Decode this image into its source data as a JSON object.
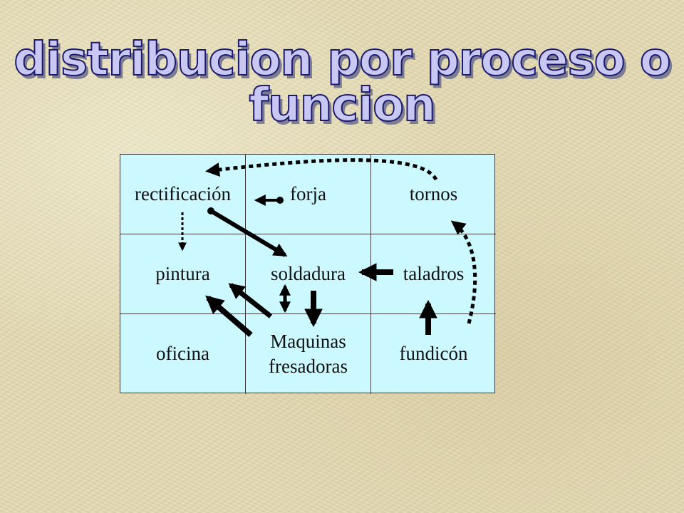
{
  "title": "distribucion por proceso o funcion",
  "cells": [
    [
      "rectificación",
      "forja",
      "tornos"
    ],
    [
      "pintura",
      "soldadura",
      "taladros"
    ],
    [
      "oficina",
      [
        "Maquinas",
        "fresadoras"
      ],
      "fundicón"
    ]
  ],
  "colors": {
    "background": "#e6dcb4",
    "cell_fill": "#ccf8ff",
    "title_fill": "#c9c8f2",
    "title_outline": "#1c1a70",
    "arrow": "#000000"
  },
  "arrows": [
    {
      "from": "tornos",
      "to": "rectificación",
      "style": "dotted"
    },
    {
      "from": "fundicón",
      "to": "tornos",
      "style": "dotted"
    },
    {
      "from": "rectificación",
      "to": "pintura",
      "style": "dotted"
    },
    {
      "from": "rectificación",
      "to": "soldadura",
      "style": "solid"
    },
    {
      "from": "forja",
      "to": "rectificación",
      "style": "solid"
    },
    {
      "from": "taladros",
      "to": "soldadura",
      "style": "solid"
    },
    {
      "from": "fundicón",
      "to": "taladros",
      "style": "solid"
    },
    {
      "from": "soldadura",
      "to": "Maquinas fresadoras",
      "style": "solid"
    },
    {
      "from": "soldadura",
      "to": "Maquinas fresadoras",
      "style": "double-headed"
    },
    {
      "from": "Maquinas fresadoras",
      "to": "pintura",
      "style": "solid"
    }
  ]
}
